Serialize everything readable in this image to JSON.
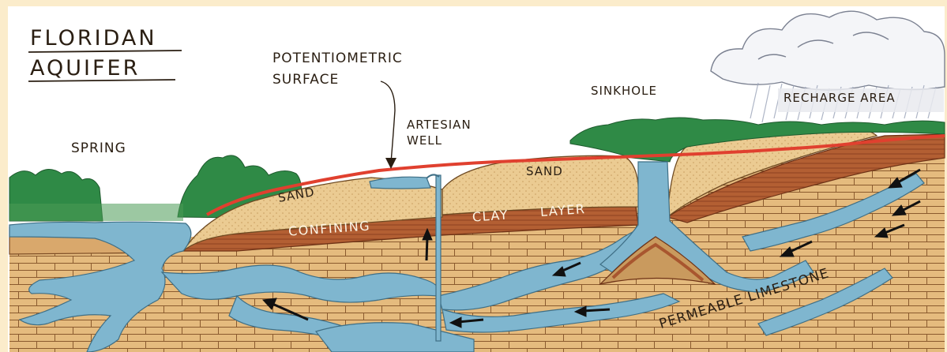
{
  "title": {
    "line1": "FLORIDAN",
    "line2": "AQUIFER"
  },
  "labels": {
    "potentiometric_surface_1": "POTENTIOMETRIC",
    "potentiometric_surface_2": "SURFACE",
    "spring": "SPRING",
    "artesian_1": "ARTESIAN",
    "artesian_2": "WELL",
    "sinkhole": "SINKHOLE",
    "recharge_area": "RECHARGE AREA",
    "sand_left": "SAND",
    "sand_right": "SAND",
    "confining": "CONFINING",
    "clay": "CLAY",
    "layer": "LAYER",
    "permeable_limestone": "PERMEABLE LIMESTONE"
  },
  "icons": [
    "cloud-icon",
    "tree-icon",
    "flow-arrow-icon"
  ],
  "colors": {
    "background": "#fbeccb",
    "sky": "#ffffff",
    "potentiometric_line": "#e0402f",
    "water": "#7fb6cf",
    "sand": "#e9c98f",
    "clay": "#a8562f",
    "limestone": "#e3b97c",
    "trees": "#2f8a46"
  }
}
